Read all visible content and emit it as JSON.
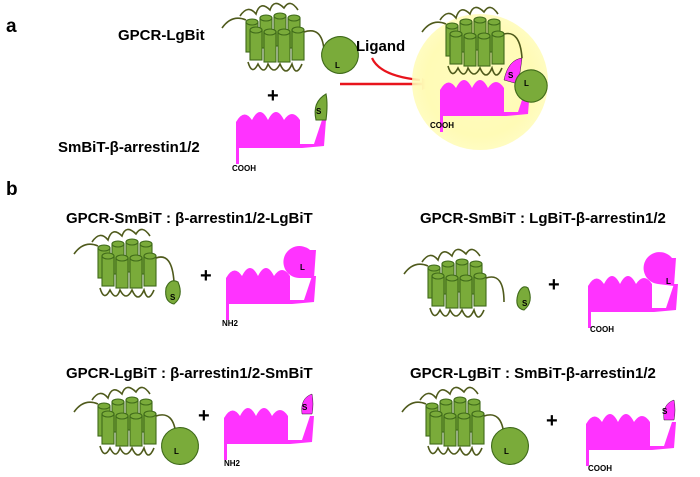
{
  "panel_a": {
    "letter": "a",
    "receptor_label": "GPCR-LgBit",
    "arrestin_label": "SmBiT-β-arrestin1/2",
    "plus": "+",
    "ligand_label": "Ligand",
    "arrestin_terminus": "COOH",
    "complex_terminus": "COOH",
    "receptor_tag": "L",
    "arrestin_tag": "S",
    "complex_tag_small": "S",
    "complex_tag_large": "L"
  },
  "panel_b": {
    "letter": "b",
    "combos": [
      {
        "title": "GPCR-SmBiT : β-arrestin1/2-LgBiT",
        "receptor_tag": "S",
        "arrestin_tag": "L",
        "terminus": "NH2",
        "plus": "+"
      },
      {
        "title": "GPCR-SmBiT : LgBiT-β-arrestin1/2",
        "receptor_tag": "S",
        "arrestin_tag": "L",
        "terminus": "COOH",
        "plus": "+"
      },
      {
        "title": "GPCR-LgBiT : β-arrestin1/2-SmBiT",
        "receptor_tag": "L",
        "arrestin_tag": "S",
        "terminus": "NH2",
        "plus": "+"
      },
      {
        "title": "GPCR-LgBiT : SmBiT-β-arrestin1/2",
        "receptor_tag": "L",
        "arrestin_tag": "S",
        "terminus": "COOH",
        "plus": "+"
      }
    ]
  },
  "colors": {
    "receptor_fill": "#7aab3a",
    "receptor_stroke": "#3f6a1a",
    "loop_stroke": "#4f5a1c",
    "arrestin": "#ff33ff",
    "arrow": "#e8141c",
    "glow": "#fffcc0"
  }
}
